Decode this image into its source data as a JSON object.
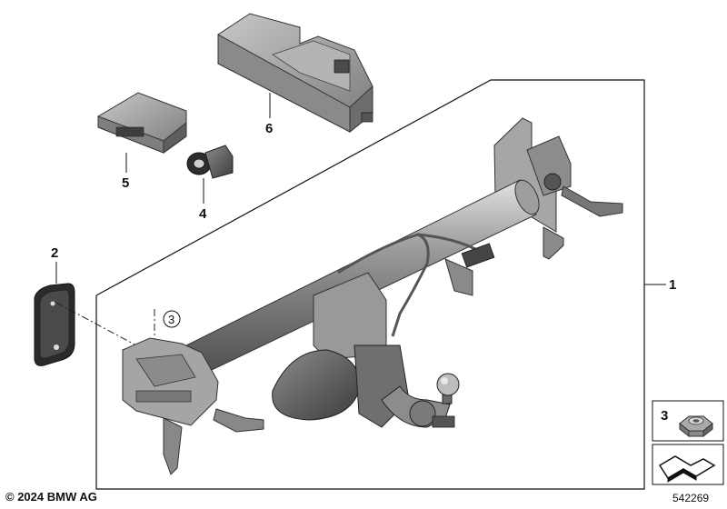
{
  "callouts": {
    "part_1": "1",
    "part_2": "2",
    "part_3": "3",
    "part_4": "4",
    "part_5": "5",
    "part_6": "6"
  },
  "legend": {
    "part_3": "3"
  },
  "footer": {
    "copyright": "© 2024 BMW AG",
    "diagram_id": "542269"
  }
}
